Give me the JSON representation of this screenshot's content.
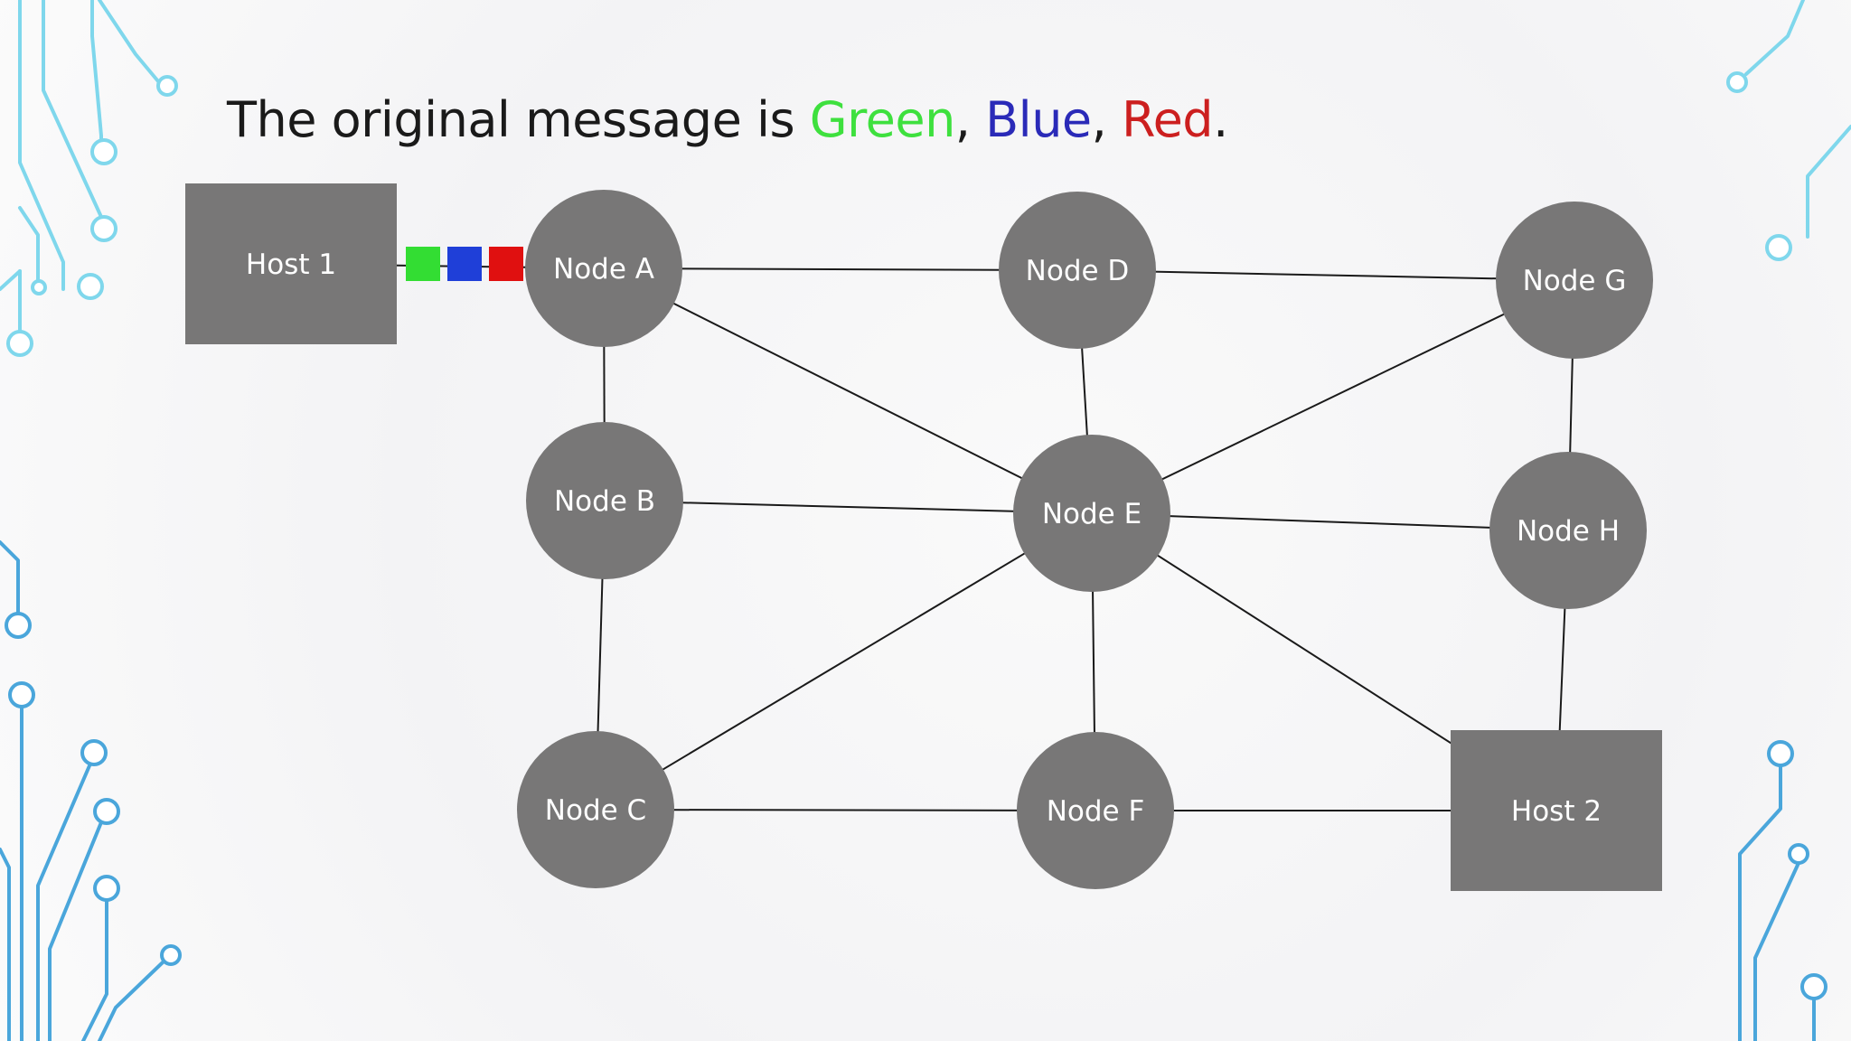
{
  "slide": {
    "title": {
      "prefix": "The original message is ",
      "sep1": ", ",
      "sep2": ", ",
      "suffix": ".",
      "colors": [
        {
          "word": "Green",
          "hex": "#3ee03e"
        },
        {
          "word": "Blue",
          "hex": "#2a2ab8"
        },
        {
          "word": "Red",
          "hex": "#cc1f1f"
        }
      ]
    }
  },
  "diagram": {
    "node_fill": "#787777",
    "hosts": [
      {
        "id": "host1",
        "label": "Host 1"
      },
      {
        "id": "host2",
        "label": "Host 2"
      }
    ],
    "nodes": [
      {
        "id": "A",
        "label": "Node A"
      },
      {
        "id": "B",
        "label": "Node B"
      },
      {
        "id": "C",
        "label": "Node C"
      },
      {
        "id": "D",
        "label": "Node D"
      },
      {
        "id": "E",
        "label": "Node E"
      },
      {
        "id": "F",
        "label": "Node F"
      },
      {
        "id": "G",
        "label": "Node G"
      },
      {
        "id": "H",
        "label": "Node H"
      }
    ],
    "edges": [
      [
        "host1",
        "A"
      ],
      [
        "A",
        "D"
      ],
      [
        "D",
        "G"
      ],
      [
        "A",
        "B"
      ],
      [
        "A",
        "E"
      ],
      [
        "D",
        "E"
      ],
      [
        "G",
        "E"
      ],
      [
        "G",
        "H"
      ],
      [
        "B",
        "E"
      ],
      [
        "E",
        "H"
      ],
      [
        "B",
        "C"
      ],
      [
        "C",
        "E"
      ],
      [
        "E",
        "F"
      ],
      [
        "E",
        "host2"
      ],
      [
        "H",
        "host2"
      ],
      [
        "C",
        "F"
      ],
      [
        "F",
        "host2"
      ]
    ],
    "packets": [
      {
        "color": "#33dd33"
      },
      {
        "color": "#1f3fd8"
      },
      {
        "color": "#e01010"
      }
    ]
  },
  "decoration": {
    "circuit_colors": [
      "#7fd7ec",
      "#4aa6db"
    ]
  }
}
